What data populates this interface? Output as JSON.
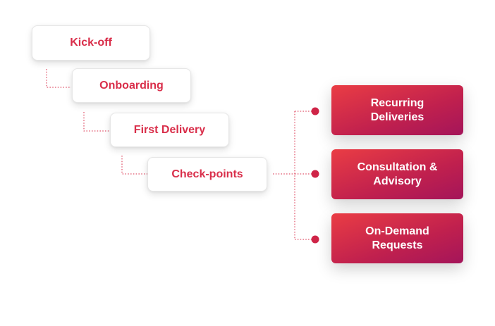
{
  "steps": [
    {
      "label": "Kick-off"
    },
    {
      "label": "Onboarding"
    },
    {
      "label": "First Delivery"
    },
    {
      "label": "Check-points"
    }
  ],
  "options": [
    {
      "line1": "Recurring",
      "line2": "Deliveries"
    },
    {
      "line1": "Consultation &",
      "line2": "Advisory"
    },
    {
      "line1": "On-Demand",
      "line2": "Requests"
    }
  ],
  "colors": {
    "accent": "#d92e4a",
    "card_start": "#ea3d44",
    "card_end": "#a4155a",
    "connector": "#d92e4a"
  }
}
